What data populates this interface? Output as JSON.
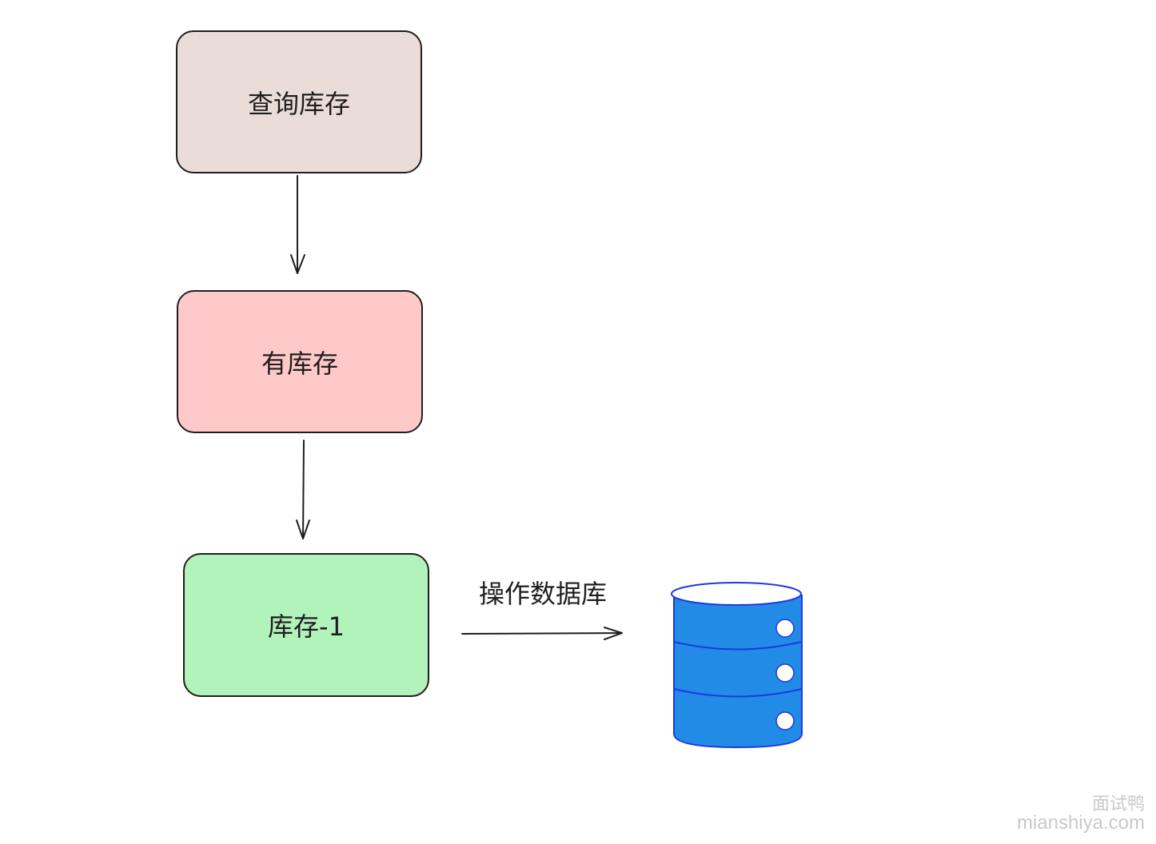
{
  "nodes": {
    "query": {
      "label": "查询库存",
      "fill": "#eaddd7"
    },
    "has_stock": {
      "label": "有库存",
      "fill": "#ffc9c9"
    },
    "decrement": {
      "label": "库存-1",
      "fill": "#b2f2bb"
    }
  },
  "edges": {
    "to_db_label": "操作数据库"
  },
  "database_icon": {
    "icon": "database-icon",
    "fill": "#228be6",
    "stroke": "#1c38e5"
  },
  "watermark": {
    "line1": "面试鸭",
    "line2": "mianshiya.com"
  },
  "colors": {
    "stroke": "#1e1e1e",
    "background": "#ffffff"
  }
}
